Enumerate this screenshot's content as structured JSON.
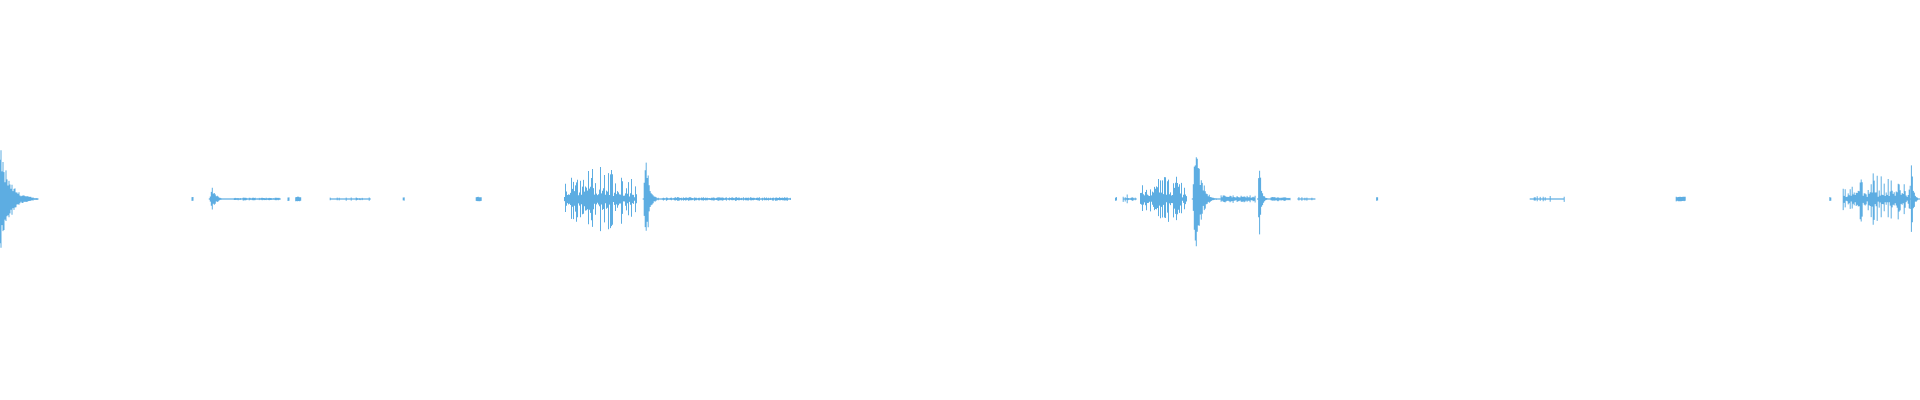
{
  "waveform": {
    "color": "#5dade2",
    "background": "#ffffff",
    "duration_fraction_clusters": [
      {
        "start": 0.0,
        "end": 0.02,
        "peak": 0.3,
        "type": "burst"
      },
      {
        "start": 0.1,
        "end": 0.101,
        "peak": 0.01,
        "type": "dot"
      },
      {
        "start": 0.109,
        "end": 0.122,
        "peak": 0.07,
        "type": "burst"
      },
      {
        "start": 0.122,
        "end": 0.146,
        "peak": 0.008,
        "type": "tail"
      },
      {
        "start": 0.15,
        "end": 0.151,
        "peak": 0.01,
        "type": "dot"
      },
      {
        "start": 0.154,
        "end": 0.157,
        "peak": 0.012,
        "type": "dot"
      },
      {
        "start": 0.172,
        "end": 0.193,
        "peak": 0.01,
        "type": "dots"
      },
      {
        "start": 0.21,
        "end": 0.211,
        "peak": 0.01,
        "type": "dot"
      },
      {
        "start": 0.248,
        "end": 0.251,
        "peak": 0.012,
        "type": "dot"
      },
      {
        "start": 0.294,
        "end": 0.332,
        "peak": 0.18,
        "type": "cluster"
      },
      {
        "start": 0.335,
        "end": 0.345,
        "peak": 0.36,
        "type": "burst"
      },
      {
        "start": 0.345,
        "end": 0.412,
        "peak": 0.01,
        "type": "tail"
      },
      {
        "start": 0.581,
        "end": 0.582,
        "peak": 0.01,
        "type": "dot"
      },
      {
        "start": 0.585,
        "end": 0.592,
        "peak": 0.03,
        "type": "cluster"
      },
      {
        "start": 0.594,
        "end": 0.618,
        "peak": 0.14,
        "type": "cluster"
      },
      {
        "start": 0.621,
        "end": 0.636,
        "peak": 0.42,
        "type": "burst"
      },
      {
        "start": 0.636,
        "end": 0.654,
        "peak": 0.02,
        "type": "tail"
      },
      {
        "start": 0.655,
        "end": 0.662,
        "peak": 0.22,
        "type": "burst"
      },
      {
        "start": 0.662,
        "end": 0.672,
        "peak": 0.012,
        "type": "tail"
      },
      {
        "start": 0.676,
        "end": 0.685,
        "peak": 0.01,
        "type": "dots"
      },
      {
        "start": 0.717,
        "end": 0.718,
        "peak": 0.01,
        "type": "dot"
      },
      {
        "start": 0.797,
        "end": 0.815,
        "peak": 0.018,
        "type": "dots"
      },
      {
        "start": 0.873,
        "end": 0.878,
        "peak": 0.012,
        "type": "dot"
      },
      {
        "start": 0.953,
        "end": 0.954,
        "peak": 0.01,
        "type": "dot"
      },
      {
        "start": 0.96,
        "end": 0.995,
        "peak": 0.14,
        "type": "cluster"
      },
      {
        "start": 0.995,
        "end": 1.0,
        "peak": 0.3,
        "type": "burst"
      }
    ]
  }
}
